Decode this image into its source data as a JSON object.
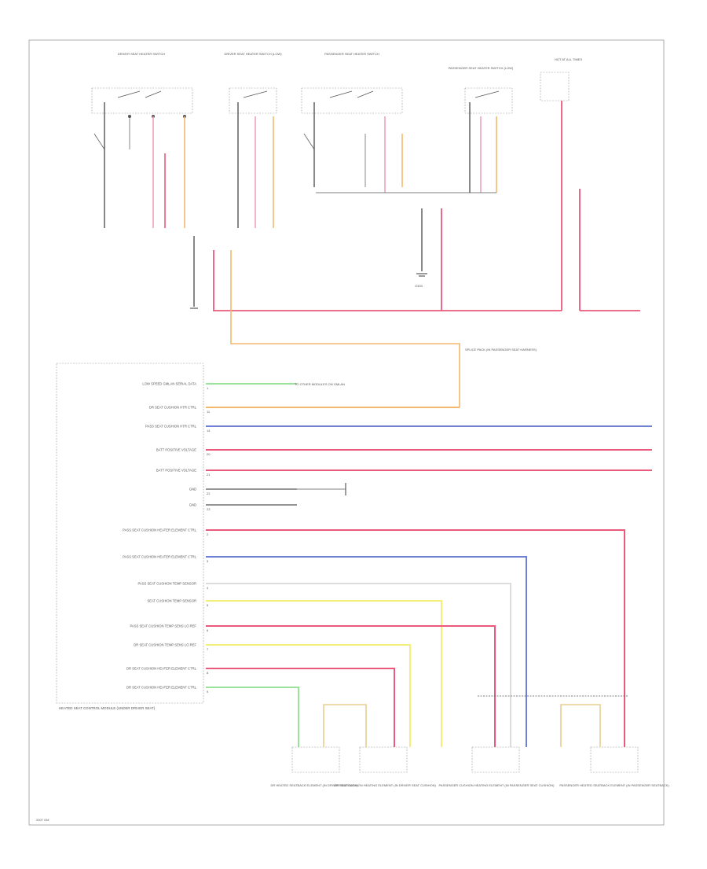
{
  "diagram": {
    "colors": {
      "pink": "#f2a2b8",
      "red": "#ea5a7a",
      "orange": "#f5b76e",
      "blue": "#6e7fd6",
      "yellow": "#f4ef7c",
      "green": "#9be29a",
      "tan": "#e8cf8f",
      "white": "#dcdcdc",
      "black": "#555555"
    },
    "module_pins": [
      {
        "label": "LOW SPEED GMLAN SERIAL DATA",
        "pin": "1",
        "wire": "green"
      },
      {
        "label": "DR SEAT CUSHION HTR CTRL",
        "pin": "11",
        "wire": "orange"
      },
      {
        "label": "PASS SEAT CUSHION HTR CTRL",
        "pin": "14",
        "wire": "blue"
      },
      {
        "label": "BATT POSITIVE VOLTAGE",
        "pin": "20",
        "wire": "red"
      },
      {
        "label": "BATT POSITIVE VOLTAGE",
        "pin": "21",
        "wire": "red"
      },
      {
        "label": "GND",
        "pin": "22",
        "wire": "black"
      },
      {
        "label": "GND",
        "pin": "23",
        "wire": "black"
      },
      {
        "label": "PASS SEAT CUSHION HEATER ELEMENT CTRL",
        "pin": "2",
        "wire": "red"
      },
      {
        "label": "PASS SEAT CUSHION HEATER ELEMENT CTRL",
        "pin": "3",
        "wire": "blue"
      },
      {
        "label": "PASS SEAT CUSHION TEMP SENSOR",
        "pin": "4",
        "wire": "white"
      },
      {
        "label": "SEAT CUSHION TEMP SENSOR",
        "pin": "5",
        "wire": "yellow"
      },
      {
        "label": "PASS SEAT CUSHION TEMP SENS LO REF",
        "pin": "6",
        "wire": "red"
      },
      {
        "label": "DR SEAT CUSHION TEMP SENS LO REF",
        "pin": "7",
        "wire": "yellow"
      },
      {
        "label": "DR SEAT CUSHION HEATER ELEMENT CTRL",
        "pin": "8",
        "wire": "red"
      },
      {
        "label": "DR SEAT CUSHION HEATER ELEMENT CTRL",
        "pin": "9",
        "wire": "green"
      }
    ],
    "module_caption": "HEATED SEAT CONTROL MODULE (UNDER DRIVER SEAT)",
    "bottom_components": [
      "DR HEATED SEATBACK ELEMENT (IN DRIVER SEATBACK)",
      "DR SEAT CUSHION HEATING ELEMENT (IN DRIVER SEAT CUSHION)",
      "PASSENGER CUSHION HEATING ELEMENT (IN PASSENGER SEAT CUSHION)",
      "PASSENGER HEATED SEATBACK ELEMENT (IN PASSENGER SEATBACK)"
    ],
    "top_switches": [
      "DRIVER SEAT HEATER SWITCH",
      "DRIVER SEAT HEATER SWITCH (LOW)",
      "PASSENGER SEAT HEATER SWITCH",
      "PASSENGER SEAT HEATER SWITCH (LOW)",
      "HOT AT ALL TIMES"
    ],
    "gmlan_note": "TO OTHER MODULES ON GMLAN",
    "splice_note": "SPLICE PACK (IN PASSENGER SEAT HARNESS)",
    "ground_note": "G303",
    "footer_code": "2007 GM"
  }
}
